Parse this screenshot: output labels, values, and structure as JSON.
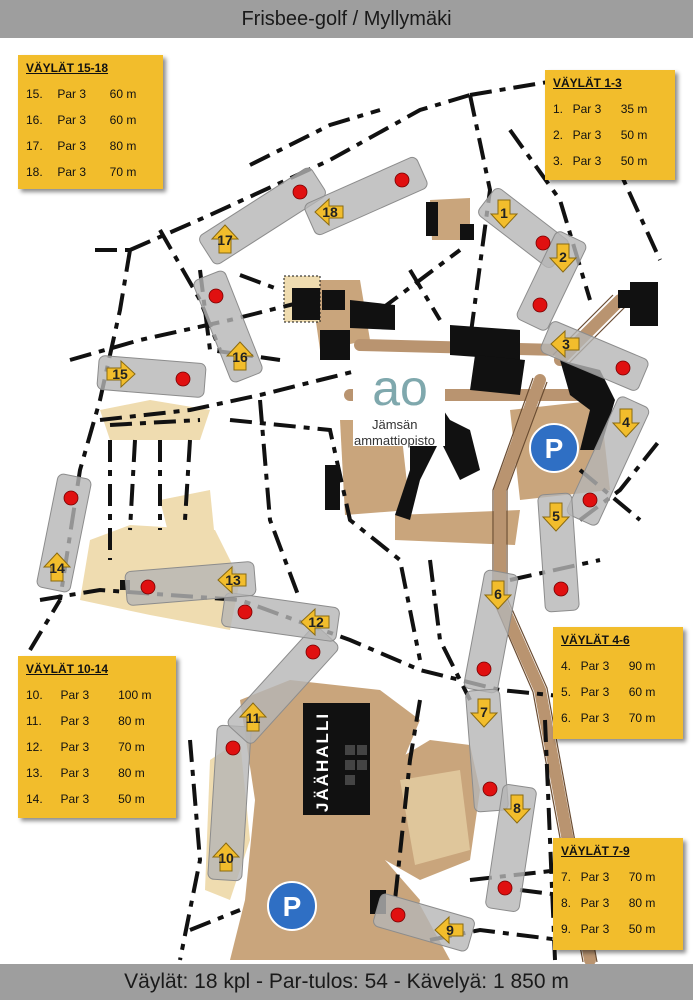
{
  "header": {
    "title": "Frisbee-golf / Myllymäki"
  },
  "footer": {
    "summary": "Väylät: 18 kpl  -  Par-tulos: 54  -  Kävelyä: 1 850 m"
  },
  "map_labels": {
    "school_name_1": "Jämsän",
    "school_name_2": "ammattiopisto",
    "school_logo": "ao",
    "ice_hall": "JÄÄHALLI",
    "parking": "P"
  },
  "legends": [
    {
      "id": "15-18",
      "title": "VÄYLÄT 15-18",
      "rows": [
        {
          "hole": "15.",
          "par": "Par 3",
          "length": "60 m"
        },
        {
          "hole": "16.",
          "par": "Par  3",
          "length": "60 m"
        },
        {
          "hole": "17.",
          "par": "Par 3",
          "length": "80 m"
        },
        {
          "hole": "18.",
          "par": "Par 3",
          "length": "70 m"
        }
      ]
    },
    {
      "id": "1-3",
      "title": "VÄYLÄT 1-3",
      "rows": [
        {
          "hole": "1.",
          "par": "Par 3",
          "length": "35 m"
        },
        {
          "hole": "2.",
          "par": "Par  3",
          "length": "50 m"
        },
        {
          "hole": "3.",
          "par": "Par 3",
          "length": "50 m"
        }
      ]
    },
    {
      "id": "4-6",
      "title": "VÄYLÄT 4-6",
      "rows": [
        {
          "hole": "4.",
          "par": "Par 3",
          "length": "90 m"
        },
        {
          "hole": "5.",
          "par": "Par  3",
          "length": "60 m"
        },
        {
          "hole": "6.",
          "par": "Par 3",
          "length": "70 m"
        }
      ]
    },
    {
      "id": "10-14",
      "title": "VÄYLÄT 10-14",
      "rows": [
        {
          "hole": "10.",
          "par": "Par 3",
          "length": "100 m"
        },
        {
          "hole": "11.",
          "par": "Par  3",
          "length": "80 m"
        },
        {
          "hole": "12.",
          "par": "Par 3",
          "length": "70 m"
        },
        {
          "hole": "13.",
          "par": "Par 3",
          "length": "80 m"
        },
        {
          "hole": "14.",
          "par": "Par  3",
          "length": "50 m"
        }
      ]
    },
    {
      "id": "7-9",
      "title": "VÄYLÄT 7-9",
      "rows": [
        {
          "hole": "7.",
          "par": "Par 3",
          "length": "70 m"
        },
        {
          "hole": "8.",
          "par": "Par  3",
          "length": "80 m"
        },
        {
          "hole": "9.",
          "par": "Par 3",
          "length": "50 m"
        }
      ]
    }
  ],
  "holes": [
    {
      "number": "1"
    },
    {
      "number": "2"
    },
    {
      "number": "3"
    },
    {
      "number": "4"
    },
    {
      "number": "5"
    },
    {
      "number": "6"
    },
    {
      "number": "7"
    },
    {
      "number": "8"
    },
    {
      "number": "9"
    },
    {
      "number": "10"
    },
    {
      "number": "11"
    },
    {
      "number": "12"
    },
    {
      "number": "13"
    },
    {
      "number": "14"
    },
    {
      "number": "15"
    },
    {
      "number": "16"
    },
    {
      "number": "17"
    },
    {
      "number": "18"
    }
  ],
  "colors": {
    "header_bg": "#9e9e9e",
    "legend_bg": "#f2bd2c",
    "fairway": "#b5b5b5",
    "basket": "#e01010",
    "tee_arrow": "#f2bd2c",
    "parking": "#2f6fc4",
    "building": "#c9a57c",
    "field": "#efdcb0",
    "path": "#111111"
  },
  "icons": {
    "basket": "red-circle",
    "tee": "yellow-arrow",
    "parking": "blue-circle-P"
  }
}
